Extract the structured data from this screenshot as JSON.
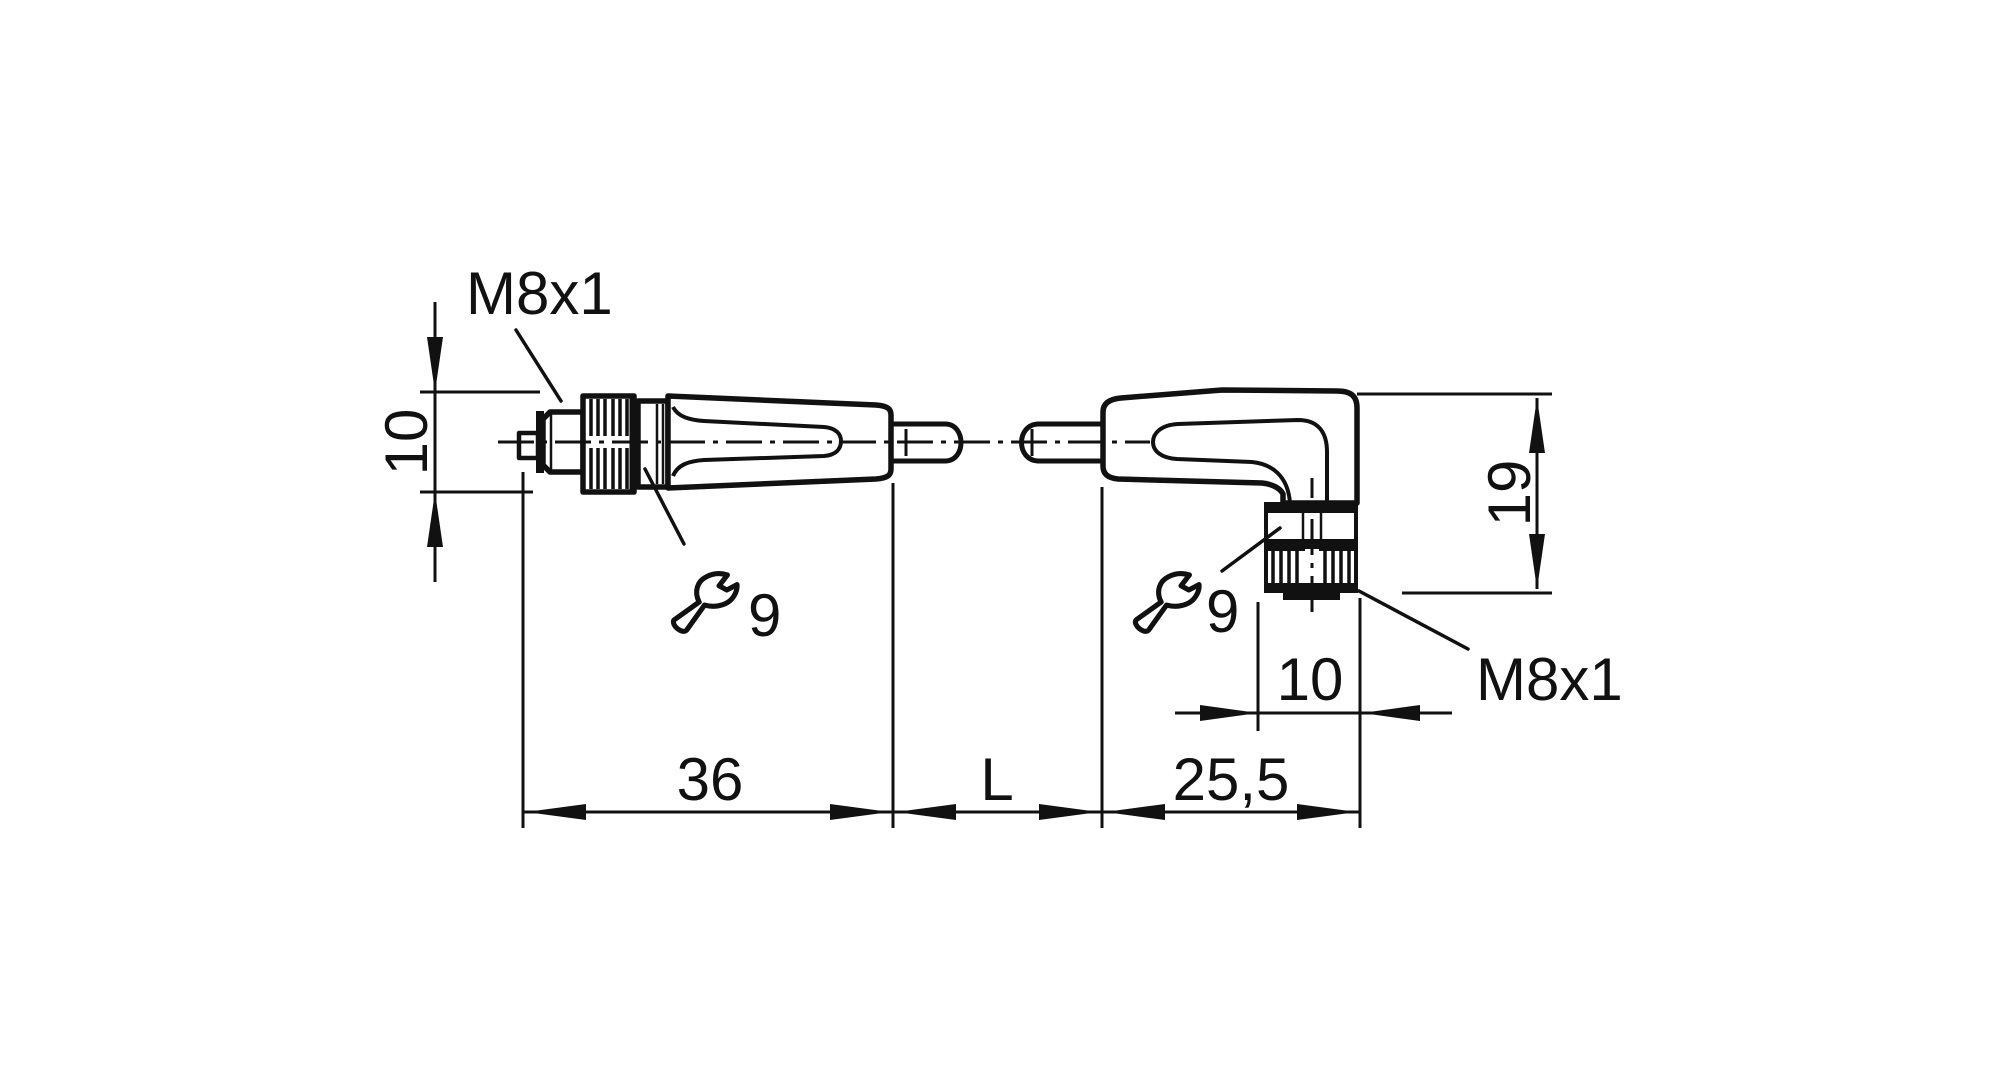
{
  "drawing": {
    "background": "#ffffff",
    "line_color": "#111111",
    "left_connector": {
      "thread_label": "M8x1",
      "wrench_size": "9",
      "diameter_dim": "10",
      "length_dim": "36"
    },
    "cable": {
      "length_dim": "L"
    },
    "right_connector": {
      "thread_label": "M8x1",
      "wrench_size": "9",
      "length_dim": "25,5",
      "width_dim": "10",
      "height_dim": "19"
    }
  }
}
